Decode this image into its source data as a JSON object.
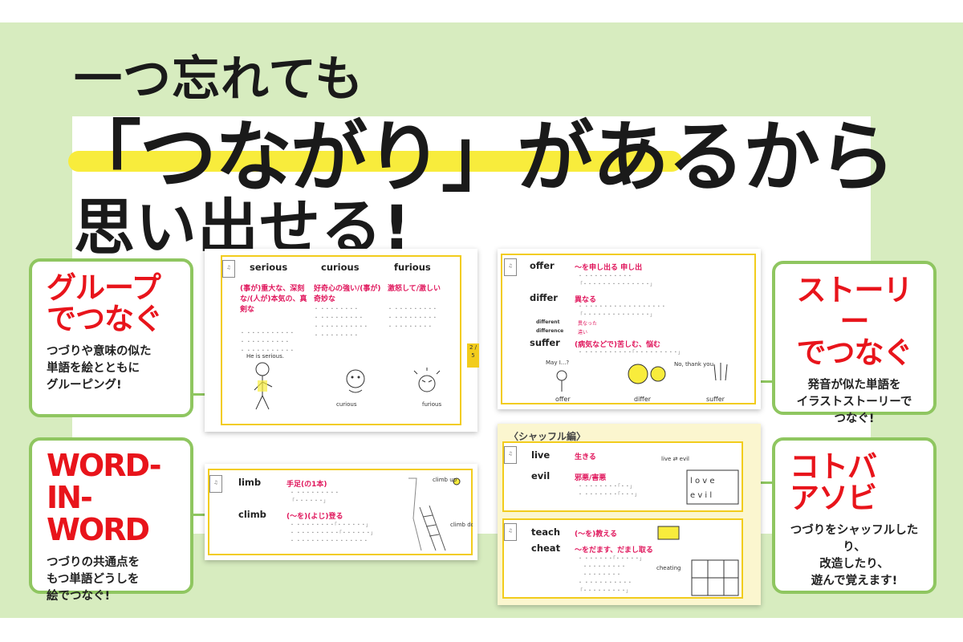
{
  "headline": {
    "line1": "一つ忘れても",
    "line2": "「つながり」があるから",
    "line3": "思い出せる!"
  },
  "callouts": [
    {
      "title_line1": "グループ",
      "title_line2": "でつなぐ",
      "desc_line1": "つづりや意味の似た",
      "desc_line2": "単語を絵とともに",
      "desc_line3": "グルーピング!"
    },
    {
      "title_line1": "ストーリー",
      "title_line2": "でつなぐ",
      "desc_line1": "発音が似た単語を",
      "desc_line2": "イラストストーリーで",
      "desc_line3": "つなぐ!"
    },
    {
      "title_line1": "WORD-",
      "title_line2": "IN-WORD",
      "desc_line1": "つづりの共通点を",
      "desc_line2": "もつ単語どうしを",
      "desc_line3": "絵でつなぐ!"
    },
    {
      "title_line1": "コトバ",
      "title_line2": "アソビ",
      "desc_line1": "つづりをシャッフルしたり、",
      "desc_line2": "改造したり、",
      "desc_line3": "遊んで覚えます!"
    }
  ],
  "colors": {
    "accent_red": "#e8141b",
    "frame_green": "#8fc660",
    "highlight_yellow": "#f8ec3c",
    "meaning_pink": "#e0165c"
  },
  "card_group": {
    "words": [
      {
        "word": "serious",
        "meaning": "(事が)重大な、深刻な/(人が)本気の、真剣な",
        "sketch": "He is serious."
      },
      {
        "word": "curious",
        "meaning": "好奇心の強い/(事が)奇妙な",
        "sketch": "curious"
      },
      {
        "word": "furious",
        "meaning": "激怒して/激しい",
        "sketch": "furious"
      }
    ],
    "side_tab": "2 / 5"
  },
  "card_story": {
    "words": [
      {
        "word": "offer",
        "meaning": "〜を申し出る 申し出"
      },
      {
        "word": "differ",
        "meaning": "異なる"
      },
      {
        "word": "suffer",
        "meaning": "(病気などで)苦しむ、悩む"
      }
    ],
    "sub_words": [
      "different",
      "difference"
    ],
    "sub_meanings": [
      "異なった",
      "違い"
    ],
    "sketch_labels": [
      "offer",
      "differ",
      "suffer",
      "May I...?",
      "No, thank you."
    ]
  },
  "card_wordinword": {
    "words": [
      {
        "word": "limb",
        "meaning": "手足(の1本)"
      },
      {
        "word": "climb",
        "meaning": "(〜を)(よじ)登る"
      }
    ],
    "sketch_labels": [
      "climb up",
      "climb down"
    ]
  },
  "card_shuffle": {
    "label": "〈シャッフル編〉",
    "words": [
      {
        "word": "live",
        "meaning": "生きる"
      },
      {
        "word": "evil",
        "meaning": "邪悪/害悪"
      },
      {
        "word": "teach",
        "meaning": "(〜を)教える"
      },
      {
        "word": "cheat",
        "meaning": "〜をだます、だまし取る"
      }
    ],
    "sketch_labels": [
      "live ⇄ evil",
      "cheating"
    ]
  }
}
